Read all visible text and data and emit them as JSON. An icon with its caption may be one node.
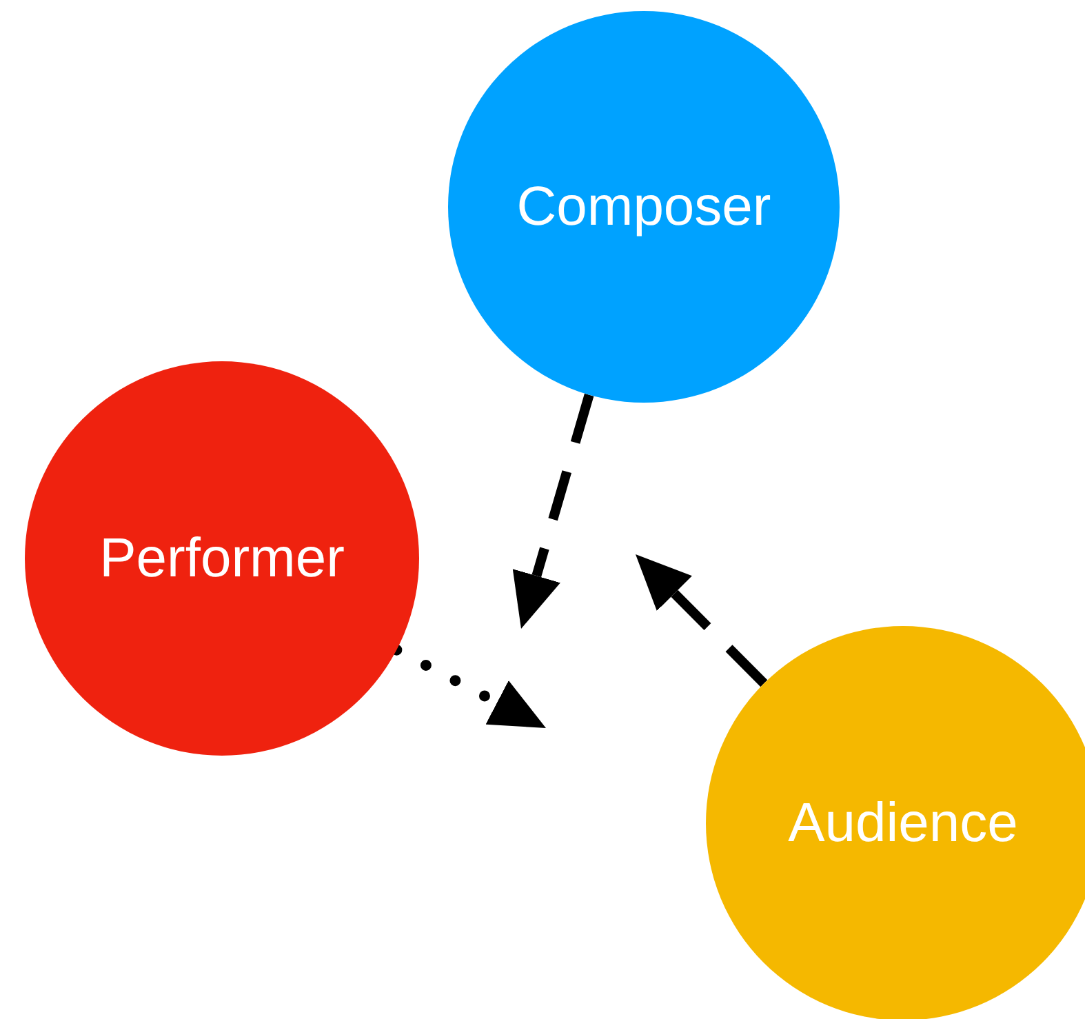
{
  "diagram": {
    "nodes": [
      {
        "text": [
          "Composer"
        ]
      },
      {
        "text": [
          "Performer"
        ]
      },
      {
        "text": [
          "Audience"
        ]
      }
    ],
    "edges": [
      {
        "from": 0,
        "to": null,
        "arrow": "to",
        "style": "dashed"
      },
      {
        "from": 1,
        "to": null,
        "arrow": "to",
        "style": "dashed"
      },
      {
        "from": 2,
        "to": null,
        "arrow": "to",
        "style": "dashed"
      }
    ]
  }
}
